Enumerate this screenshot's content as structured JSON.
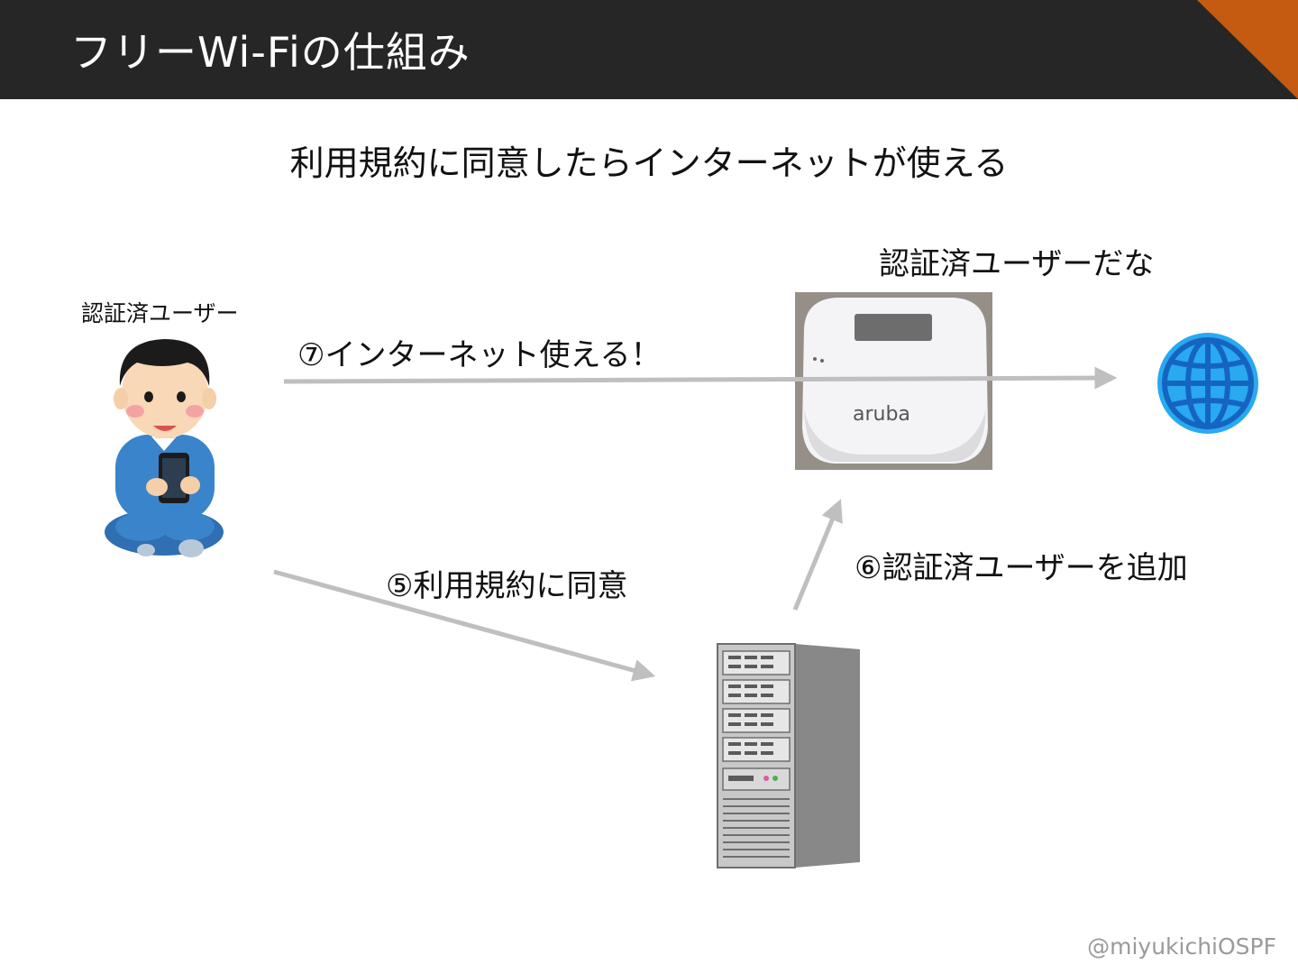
{
  "header": {
    "title": "フリーWi-Fiの仕組み"
  },
  "subtitle": "利用規約に同意したらインターネットが使える",
  "labels": {
    "user": "認証済ユーザー",
    "access_point_thought": "認証済ユーザーだな",
    "step7": "⑦インターネット使える！",
    "step5": "⑤利用規約に同意",
    "step6": "⑥認証済ユーザーを追加"
  },
  "access_point_logo": "aruba",
  "credit": "@miyukichiOSPF",
  "colors": {
    "header_bg": "#262626",
    "accent": "#c55a11",
    "arrow": "#bfbfbf",
    "globe": "#1e88e5"
  },
  "icons": {
    "user": "smartphone-user-icon",
    "access_point": "wireless-access-point-icon",
    "internet": "globe-icon",
    "server": "server-tower-icon"
  }
}
